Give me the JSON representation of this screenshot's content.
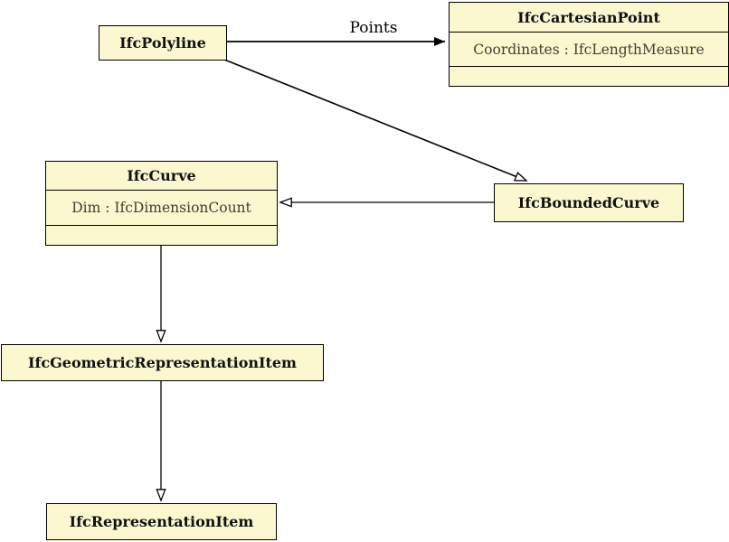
{
  "diagram": {
    "kind": "uml-class-diagram",
    "classes": [
      {
        "name": "IfcPolyline",
        "attributes": []
      },
      {
        "name": "IfcCartesianPoint",
        "attributes": [
          "Coordinates : IfcLengthMeasure"
        ]
      },
      {
        "name": "IfcCurve",
        "attributes": [
          "Dim : IfcDimensionCount"
        ]
      },
      {
        "name": "IfcBoundedCurve",
        "attributes": []
      },
      {
        "name": "IfcGeometricRepresentationItem",
        "attributes": []
      },
      {
        "name": "IfcRepresentationItem",
        "attributes": []
      }
    ],
    "relationships": [
      {
        "from": "IfcPolyline",
        "to": "IfcCartesianPoint",
        "type": "association",
        "label": "Points"
      },
      {
        "from": "IfcPolyline",
        "to": "IfcBoundedCurve",
        "type": "generalization",
        "label": ""
      },
      {
        "from": "IfcBoundedCurve",
        "to": "IfcCurve",
        "type": "generalization",
        "label": ""
      },
      {
        "from": "IfcCurve",
        "to": "IfcGeometricRepresentationItem",
        "type": "generalization",
        "label": ""
      },
      {
        "from": "IfcGeometricRepresentationItem",
        "to": "IfcRepresentationItem",
        "type": "generalization",
        "label": ""
      }
    ],
    "colors": {
      "box_fill": "#fbf8d0",
      "box_border": "#000000",
      "title_text": "#111111",
      "attribute_text": "#403f35",
      "line": "#000000",
      "background": "#ffffff"
    }
  }
}
